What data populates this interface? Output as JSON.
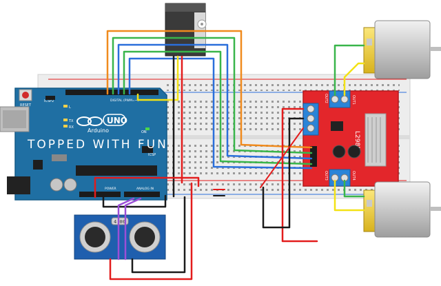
{
  "watermark": "TOPPED WITH FUN",
  "arduino": {
    "logo": "UNO",
    "brand": "Arduino",
    "reset": "RESET",
    "icsp2": "ICSP2",
    "icsp": "ICSP",
    "tx": "TX",
    "rx": "RX",
    "l": "L",
    "on": "ON",
    "digital_header": "DIGITAL (PWM=~)",
    "power_header": "POWER",
    "analog_header": "ANALOG IN"
  },
  "l298n": {
    "chip": "L298N",
    "out1": "OUT1",
    "out2": "OUT2",
    "out3": "OUT3",
    "out4": "OUT4"
  },
  "sensor": {
    "crystal": "4.00"
  },
  "colors": {
    "board": "#1f6fa3",
    "driver": "#e3262b",
    "breadboard": "#eeeeee",
    "wire_red": "#e31c1c",
    "wire_black": "#1a1a1a",
    "wire_orange": "#f08a1d",
    "wire_green": "#39b54a",
    "wire_blue": "#2a6fdb",
    "wire_yellow": "#f3e215",
    "wire_purple": "#9b4fd6",
    "motor_body": "#d9d9d9",
    "motor_cap": "#f5d33a"
  }
}
